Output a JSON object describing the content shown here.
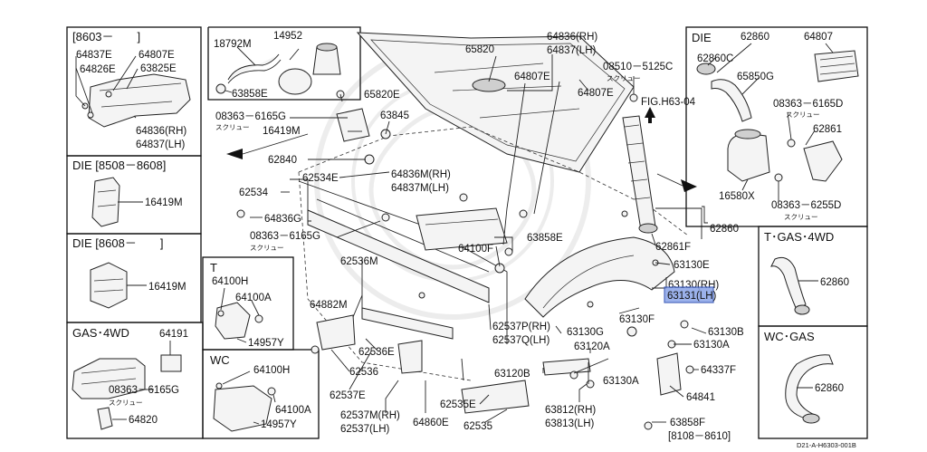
{
  "footer_code": "D21-A-H6303-001B",
  "panels": {
    "p8603": {
      "title": "[8603－　　]",
      "labels": [
        "64837E",
        "64807E",
        "64826E",
        "63825E",
        "64836(RH)",
        "64837(LH)"
      ]
    },
    "p8508": {
      "title": "DIE [8508－8608]",
      "labels": [
        "16419M"
      ]
    },
    "p8608": {
      "title": "DIE [8608－　　]",
      "labels": [
        "16419M"
      ]
    },
    "gas4wd_left": {
      "title": "GAS･4WD",
      "labels": [
        "64191",
        "08363－6165G",
        "スクリュー",
        "64820"
      ]
    },
    "t_small": {
      "title": "T",
      "labels": [
        "64100H",
        "64100A",
        "14957Y"
      ]
    },
    "wc_small": {
      "title": "WC",
      "labels": [
        "64100H",
        "64100A",
        "14957Y"
      ]
    },
    "die_right": {
      "title": "DIE",
      "labels": [
        "62860",
        "62860C",
        "65850G",
        "64807",
        "08363－6165D",
        "スクリュー",
        "62861",
        "16580X",
        "08363－6255D",
        "スクリュー"
      ]
    },
    "t_gas4wd": {
      "title": "T･GAS･4WD",
      "labels": [
        "62860"
      ]
    },
    "wc_gas": {
      "title": "WC･GAS",
      "labels": [
        "62860"
      ]
    }
  },
  "main_labels": [
    "18792M",
    "14952",
    "63858E",
    "65820E",
    "08363－6165G",
    "スクリュー",
    "16419M",
    "63845",
    "62840",
    "62534E",
    "62534",
    "64836G",
    "08363－6165G",
    "スクリュー",
    "64836M(RH)",
    "64837M(LH)",
    "65820",
    "64836(RH)",
    "64837(LH)",
    "64807E",
    "64807E",
    "08510－5125C",
    "スクリュー",
    "FIG.H63-04",
    "62860",
    "62861F",
    "63130E",
    "63130(RH)",
    "63131(LH)",
    "63130F",
    "63130B",
    "63130A",
    "63858E",
    "64100F",
    "62536M",
    "64882M",
    "62536E",
    "62536",
    "62537E",
    "62537M(RH)",
    "62537(LH)",
    "64860E",
    "62535E",
    "62535",
    "62537P(RH)",
    "62537Q(LH)",
    "63130G",
    "63120A",
    "63120B",
    "63130A",
    "64337F",
    "64841",
    "63812(RH)",
    "63813(LH)",
    "63858F",
    "[8108－8610]"
  ],
  "highlight_label": "63131(LH)"
}
